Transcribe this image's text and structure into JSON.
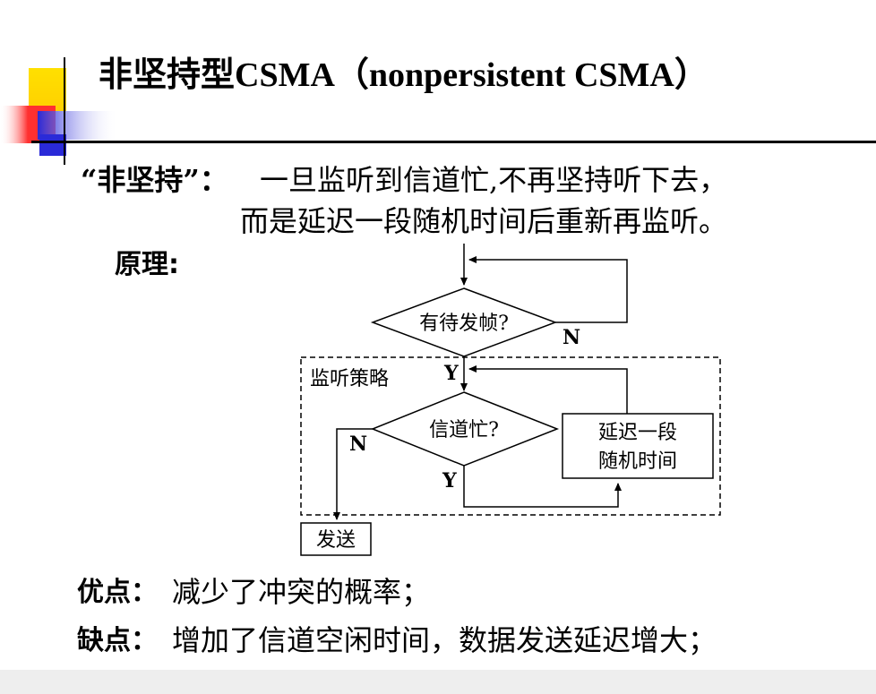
{
  "slide": {
    "title": "非坚持型CSMA（nonpersistent CSMA）",
    "definition_term": "“非坚持”：",
    "definition_line1": "一旦监听到信道忙,不再坚持听下去，",
    "definition_line2": "而是延迟一段随机时间后重新再监听。",
    "principle_label": "原理:",
    "advantage_label": "优点：",
    "advantage_text": "减少了冲突的概率；",
    "disadvantage_label": "缺点：",
    "disadvantage_text": "增加了信道空闲时间，数据发送延迟增大；"
  },
  "flowchart": {
    "decision_frame": "有待发帧?",
    "decision_busy": "信道忙?",
    "strategy_label": "监听策略",
    "delay_line1": "延迟一段",
    "delay_line2": "随机时间",
    "send_label": "发送",
    "label_n_top": "N",
    "label_y_top": "Y",
    "label_n_busy": "N",
    "label_y_busy": "Y"
  },
  "colors": {
    "accent_yellow": "#ffd800",
    "accent_red": "#ff2020",
    "accent_blue": "#2020d0"
  }
}
